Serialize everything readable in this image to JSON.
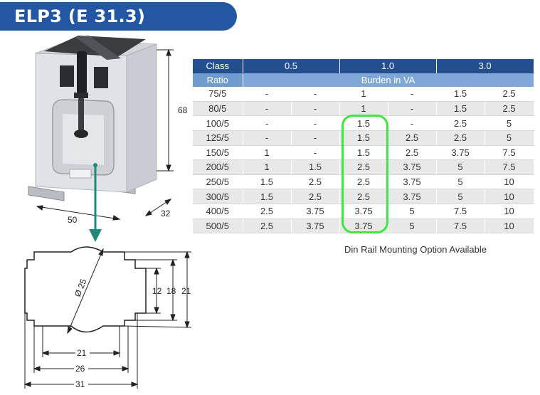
{
  "title": "ELP3 (E 31.3)",
  "product_dims": {
    "height": "68",
    "width": "50",
    "depth": "32"
  },
  "drawing_dims": {
    "diameter": "Ø 25",
    "h12": "12",
    "h18": "18",
    "h21": "21",
    "w21": "21",
    "w26": "26",
    "w31": "31"
  },
  "table": {
    "header_class": "Class",
    "header_ratio": "Ratio",
    "classes": [
      "0.5",
      "1.0",
      "3.0"
    ],
    "burden_label": "Burden in VA",
    "rows": [
      {
        "ratio": "75/5",
        "values": [
          "-",
          "-",
          "1",
          "-",
          "1.5",
          "2.5"
        ]
      },
      {
        "ratio": "80/5",
        "values": [
          "-",
          "-",
          "1",
          "-",
          "1.5",
          "2.5"
        ]
      },
      {
        "ratio": "100/5",
        "values": [
          "-",
          "-",
          "1.5",
          "-",
          "2.5",
          "5"
        ]
      },
      {
        "ratio": "125/5",
        "values": [
          "-",
          "-",
          "1.5",
          "2.5",
          "2.5",
          "5"
        ]
      },
      {
        "ratio": "150/5",
        "values": [
          "1",
          "-",
          "1.5",
          "2.5",
          "3.75",
          "7.5"
        ]
      },
      {
        "ratio": "200/5",
        "values": [
          "1",
          "1.5",
          "2.5",
          "3.75",
          "5",
          "7.5"
        ]
      },
      {
        "ratio": "250/5",
        "values": [
          "1.5",
          "2.5",
          "2.5",
          "3.75",
          "5",
          "10"
        ]
      },
      {
        "ratio": "300/5",
        "values": [
          "1.5",
          "2.5",
          "2.5",
          "3.75",
          "5",
          "10"
        ]
      },
      {
        "ratio": "400/5",
        "values": [
          "2.5",
          "3.75",
          "3.75",
          "5",
          "7.5",
          "10"
        ]
      },
      {
        "ratio": "500/5",
        "values": [
          "2.5",
          "3.75",
          "3.75",
          "5",
          "7.5",
          "10"
        ]
      }
    ]
  },
  "note": "Din Rail Mounting Option Available",
  "colors": {
    "title_bar": "#2356a3",
    "table_header": "#244f8f",
    "table_subheader": "#6f9bd0",
    "highlight": "#3ee83a",
    "arrow": "#1f8a7a"
  }
}
